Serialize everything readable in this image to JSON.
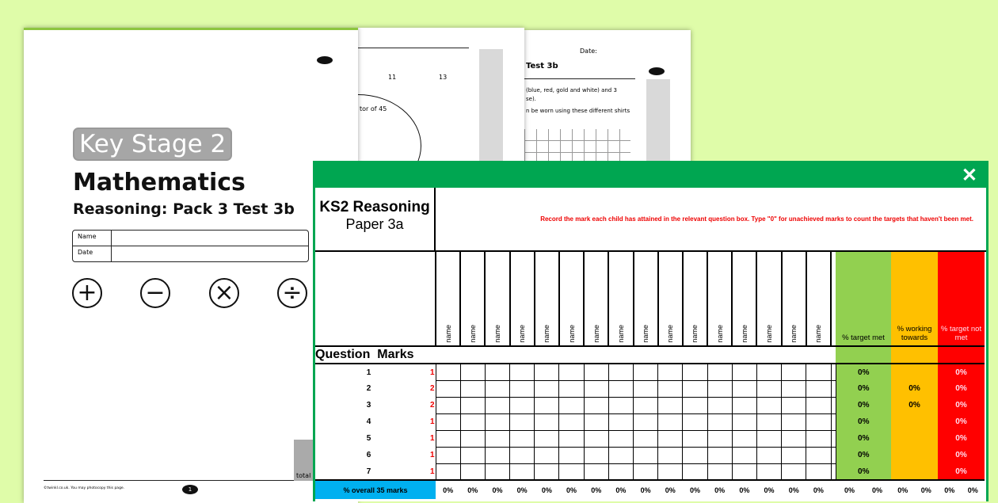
{
  "cover": {
    "badge": "Key Stage 2",
    "title": "Mathematics",
    "subtitle": "Reasoning: Pack 3 Test 3b",
    "name_label": "Name",
    "date_label": "Date",
    "operators": [
      "+",
      "−",
      "×",
      "÷"
    ],
    "footer": "©twinkl.co.uk. You may photocopy this page.",
    "total_label": "total",
    "page_number": "1"
  },
  "page2": {
    "numbers": [
      "11",
      "13"
    ],
    "fragment": "tor of 45"
  },
  "page3": {
    "date_label": "Date:",
    "title_fragment": "Test 3b",
    "line1": "(blue, red, gold and white) and 3",
    "line2": "se).",
    "line3": "n be worn using these different shirts"
  },
  "sheet": {
    "close_icon": "✕",
    "title": "KS2 Reasoning",
    "paper": "Paper 3a",
    "instruction": "Record the mark each child has attained in the relevant question box. Type \"0\" for unachieved marks to count the targets that haven't been met.",
    "name_header": "name",
    "name_count": 16,
    "question_label": "Question",
    "marks_label": "Marks",
    "summary_headers": [
      "% target met",
      "% working towards",
      "% target not met"
    ],
    "colors": {
      "frame": "#00a651",
      "met": "#92d050",
      "working": "#ffc000",
      "not_met": "#ff0000",
      "overall": "#00b0f0"
    },
    "questions": [
      {
        "q": "1",
        "marks": "1",
        "met": "0%",
        "working": "",
        "not_met": "0%"
      },
      {
        "q": "2",
        "marks": "2",
        "met": "0%",
        "working": "0%",
        "not_met": "0%"
      },
      {
        "q": "3",
        "marks": "2",
        "met": "0%",
        "working": "0%",
        "not_met": "0%"
      },
      {
        "q": "4",
        "marks": "1",
        "met": "0%",
        "working": "",
        "not_met": "0%"
      },
      {
        "q": "5",
        "marks": "1",
        "met": "0%",
        "working": "",
        "not_met": "0%"
      },
      {
        "q": "6",
        "marks": "1",
        "met": "0%",
        "working": "",
        "not_met": "0%"
      },
      {
        "q": "7",
        "marks": "1",
        "met": "0%",
        "working": "",
        "not_met": "0%"
      }
    ],
    "overall_label": "% overall 35 marks",
    "overall_values": [
      "0%",
      "0%",
      "0%",
      "0%",
      "0%",
      "0%",
      "0%",
      "0%",
      "0%",
      "0%",
      "0%",
      "0%",
      "0%",
      "0%",
      "0%",
      "0%"
    ],
    "overall_summary": [
      "0%",
      "0%",
      "0%",
      "0%",
      "0%",
      "0%"
    ]
  }
}
